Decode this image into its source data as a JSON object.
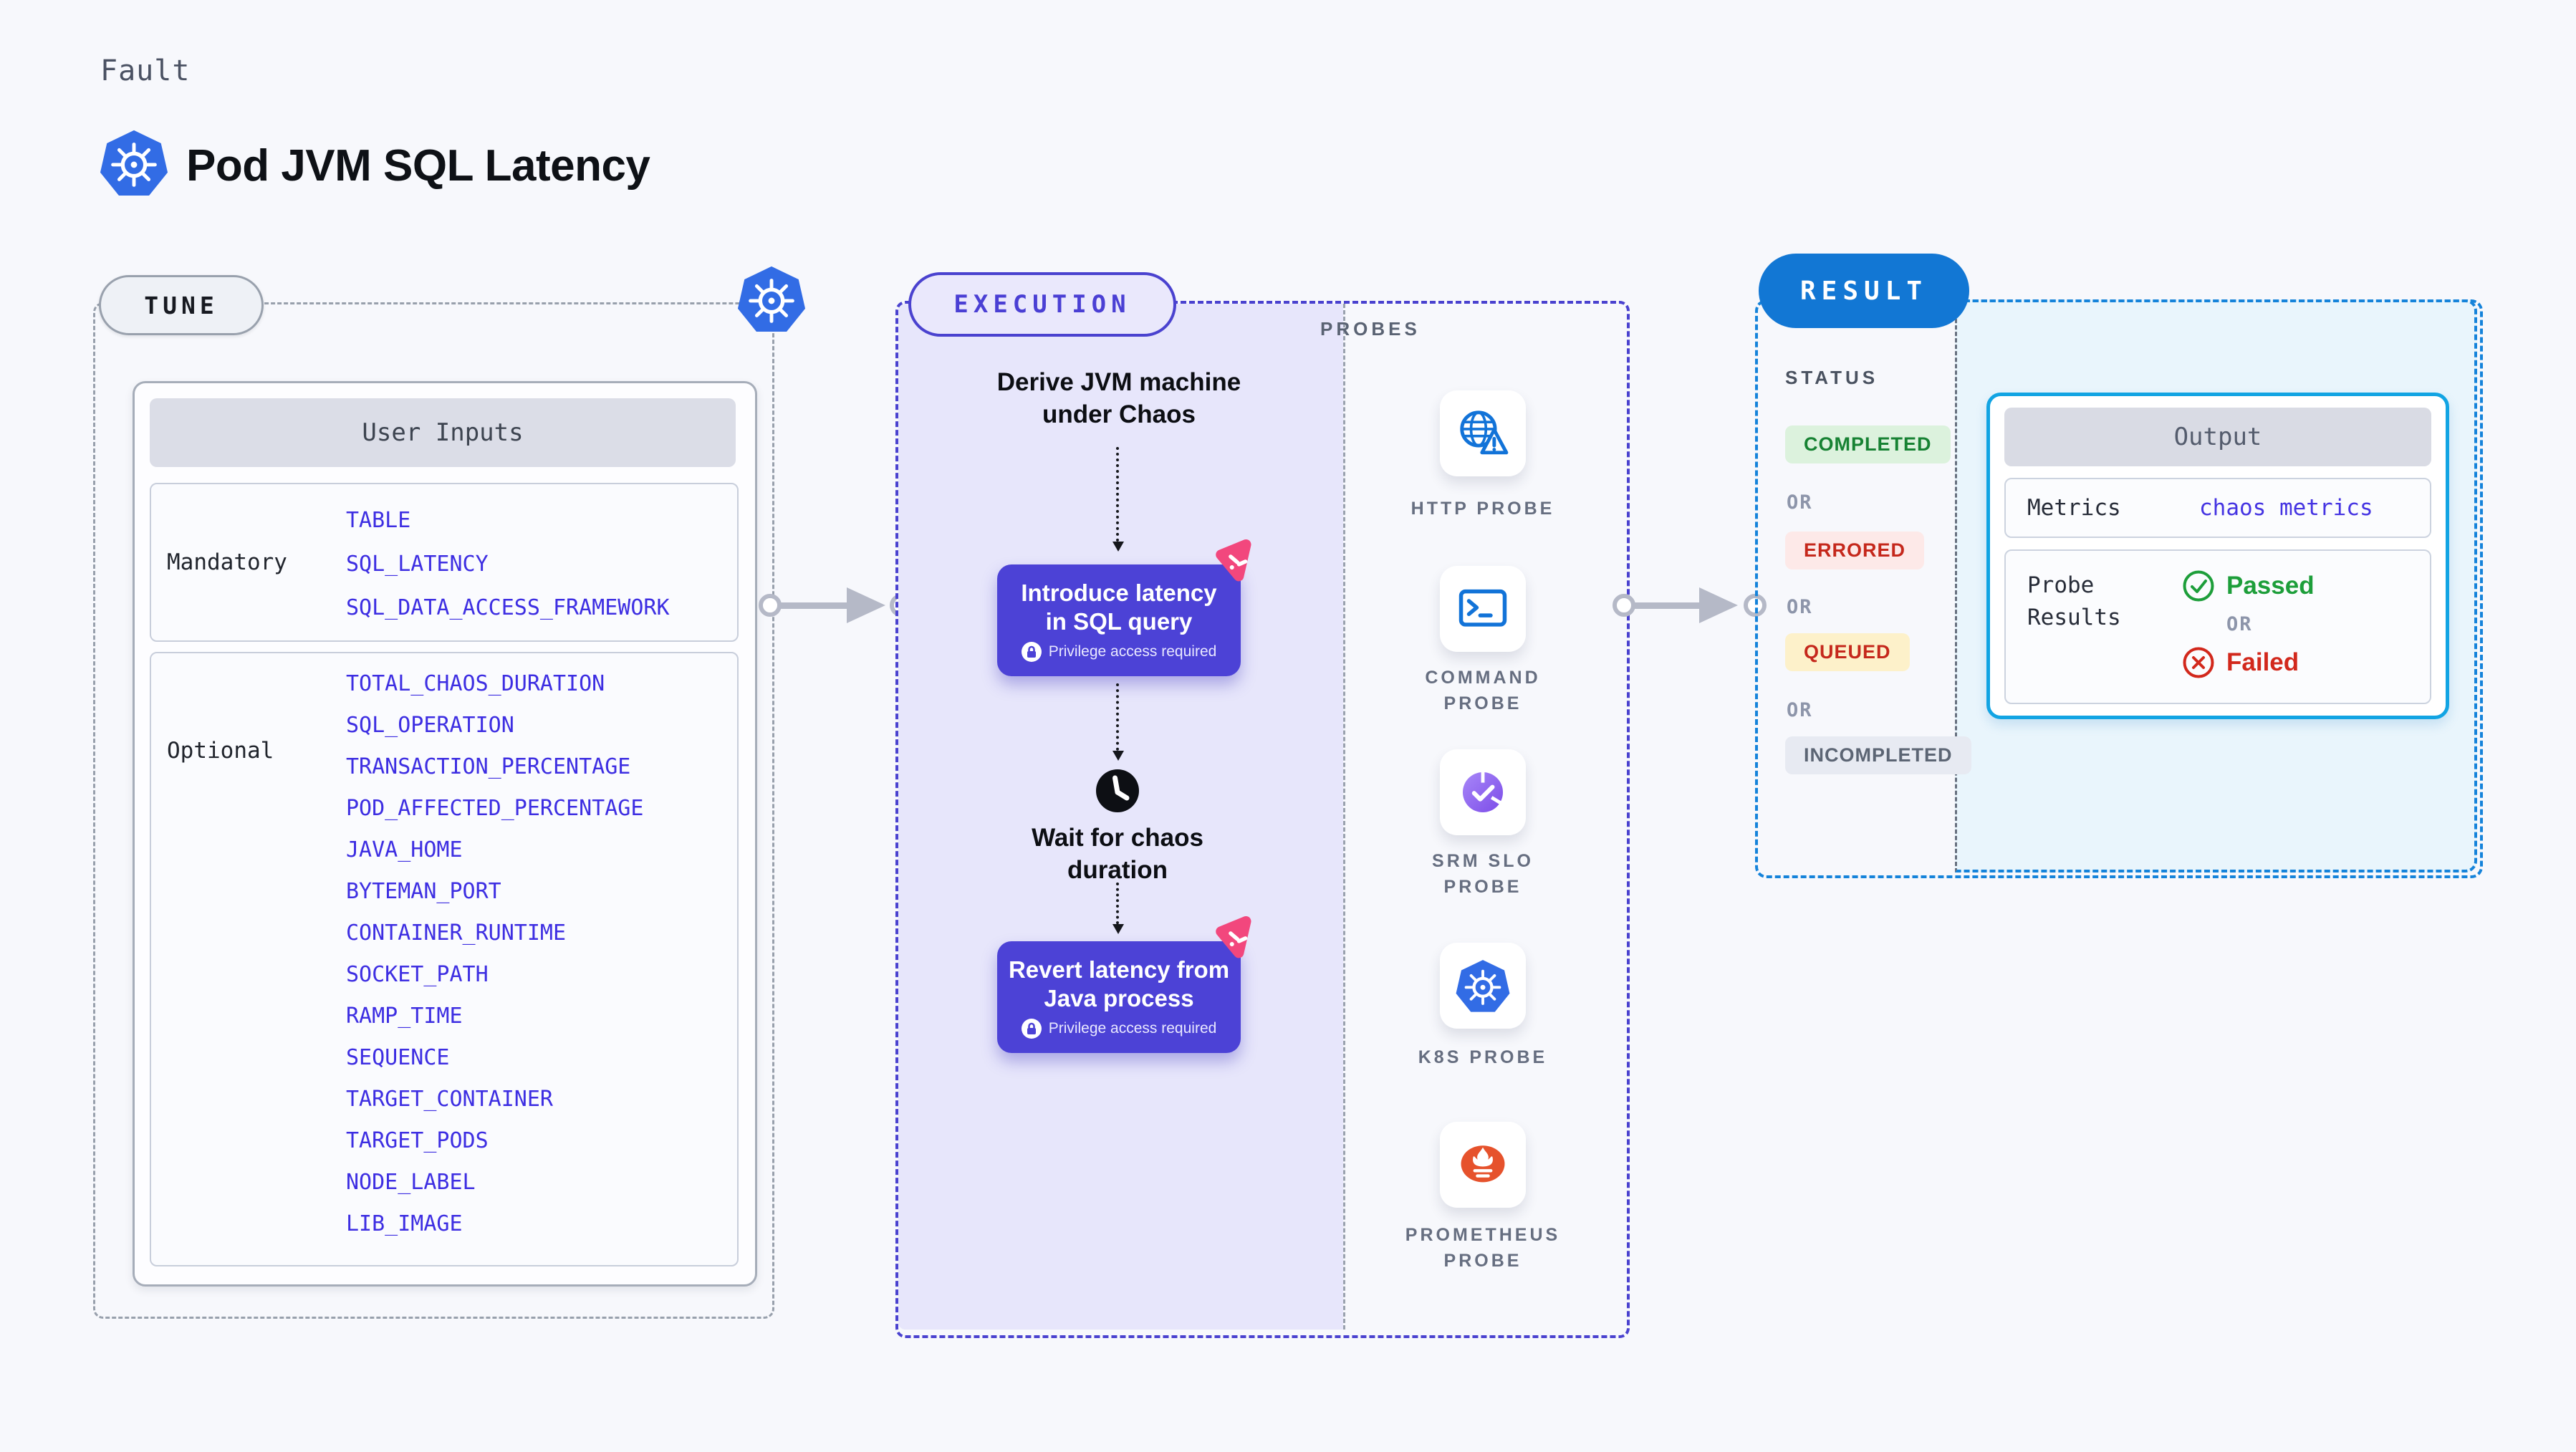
{
  "header": {
    "eyebrow": "Fault",
    "title": "Pod JVM SQL Latency",
    "title_icon": "kubernetes-icon"
  },
  "tune": {
    "badge": "TUNE",
    "corner_icon": "kubernetes-icon",
    "user_inputs": {
      "header": "User Inputs",
      "mandatory": {
        "label": "Mandatory",
        "items": [
          "TABLE",
          "SQL_LATENCY",
          "SQL_DATA_ACCESS_FRAMEWORK"
        ]
      },
      "optional": {
        "label": "Optional",
        "items": [
          "TOTAL_CHAOS_DURATION",
          "SQL_OPERATION",
          "TRANSACTION_PERCENTAGE",
          "POD_AFFECTED_PERCENTAGE",
          "JAVA_HOME",
          "BYTEMAN_PORT",
          "CONTAINER_RUNTIME",
          "SOCKET_PATH",
          "RAMP_TIME",
          "SEQUENCE",
          "TARGET_CONTAINER",
          "TARGET_PODS",
          "NODE_LABEL",
          "LIB_IMAGE"
        ]
      }
    }
  },
  "execution": {
    "badge": "EXECUTION",
    "steps": {
      "derive": "Derive JVM machine under Chaos",
      "inject": "Introduce latency in SQL query",
      "wait": "Wait for chaos duration",
      "revert": "Revert latency from Java process"
    },
    "privilege_note": "Privilege access required"
  },
  "probes": {
    "title": "PROBES",
    "items": [
      {
        "label": "HTTP PROBE",
        "icon": "globe-warning-icon"
      },
      {
        "label": "COMMAND PROBE",
        "icon": "terminal-icon"
      },
      {
        "label": "SRM SLO PROBE",
        "icon": "slo-check-icon"
      },
      {
        "label": "K8S PROBE",
        "icon": "kubernetes-icon"
      },
      {
        "label": "PROMETHEUS PROBE",
        "icon": "prometheus-flame-icon"
      }
    ]
  },
  "result": {
    "badge": "RESULT",
    "status_label": "STATUS",
    "or_label": "OR",
    "statuses": [
      {
        "label": "COMPLETED",
        "bg": "#dcf2dd",
        "color": "#178233"
      },
      {
        "label": "ERRORED",
        "bg": "#fde9e8",
        "color": "#c5281c"
      },
      {
        "label": "QUEUED",
        "bg": "#fdf1ca",
        "color": "#c5281c"
      },
      {
        "label": "INCOMPLETED",
        "bg": "#e7eaf2",
        "color": "#5c6574"
      }
    ],
    "output": {
      "header": "Output",
      "metrics_label": "Metrics",
      "metrics_value": "chaos metrics",
      "probe_results_label": "Probe Results",
      "passed_label": "Passed",
      "failed_label": "Failed"
    }
  },
  "colors": {
    "page_bg": "#f7f8fc",
    "kubernetes_blue": "#326ce5",
    "param_blue": "#3d2ee2",
    "execution_indigo": "#4a42cf",
    "execution_fill": "#e7e6fb",
    "action_node_bg": "#4c42d6",
    "chaos_pink": "#f2477d",
    "result_blue": "#1583da",
    "result_fill": "#e9f5fc",
    "output_border_cyan": "#12a4e3",
    "passed_green": "#1d9e3a",
    "failed_red": "#d2281c",
    "probe_icon_blue": "#1273d8",
    "srm_purple": "#8a56ee",
    "prometheus_orange": "#e6522c"
  }
}
